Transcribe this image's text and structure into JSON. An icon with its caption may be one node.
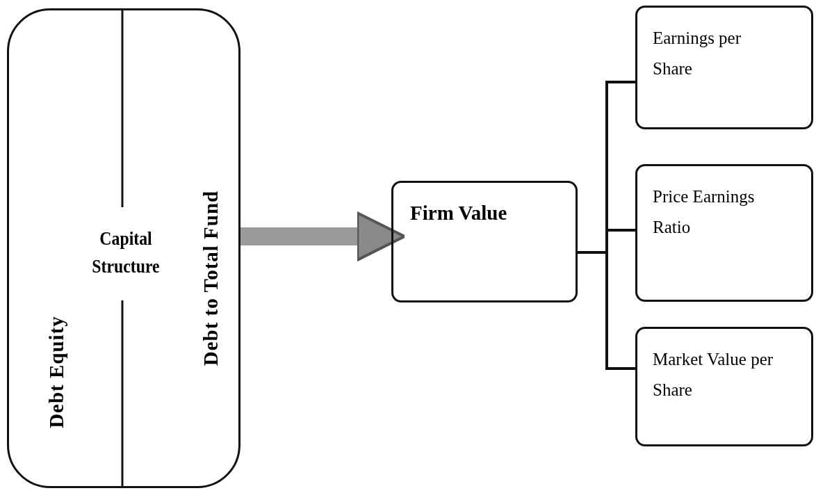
{
  "diagram": {
    "nodes": [
      {
        "text": [
          "Debt Equity",
          "Capital Structure",
          "Debt to Total Fund"
        ]
      },
      {
        "text": [
          "Firm Value"
        ]
      },
      {
        "text": [
          "Earnings per Share"
        ]
      },
      {
        "text": [
          "Price Earnings Ratio"
        ]
      },
      {
        "text": [
          "Market Value per Share"
        ]
      }
    ],
    "edges": [
      {
        "from": 0,
        "to": 1,
        "arrow": "to",
        "style": "thick",
        "color": "#9a9a9a"
      },
      {
        "from": 1,
        "to": 2,
        "arrow": "none"
      },
      {
        "from": 1,
        "to": 3,
        "arrow": "none"
      },
      {
        "from": 1,
        "to": 4,
        "arrow": "none"
      }
    ]
  }
}
